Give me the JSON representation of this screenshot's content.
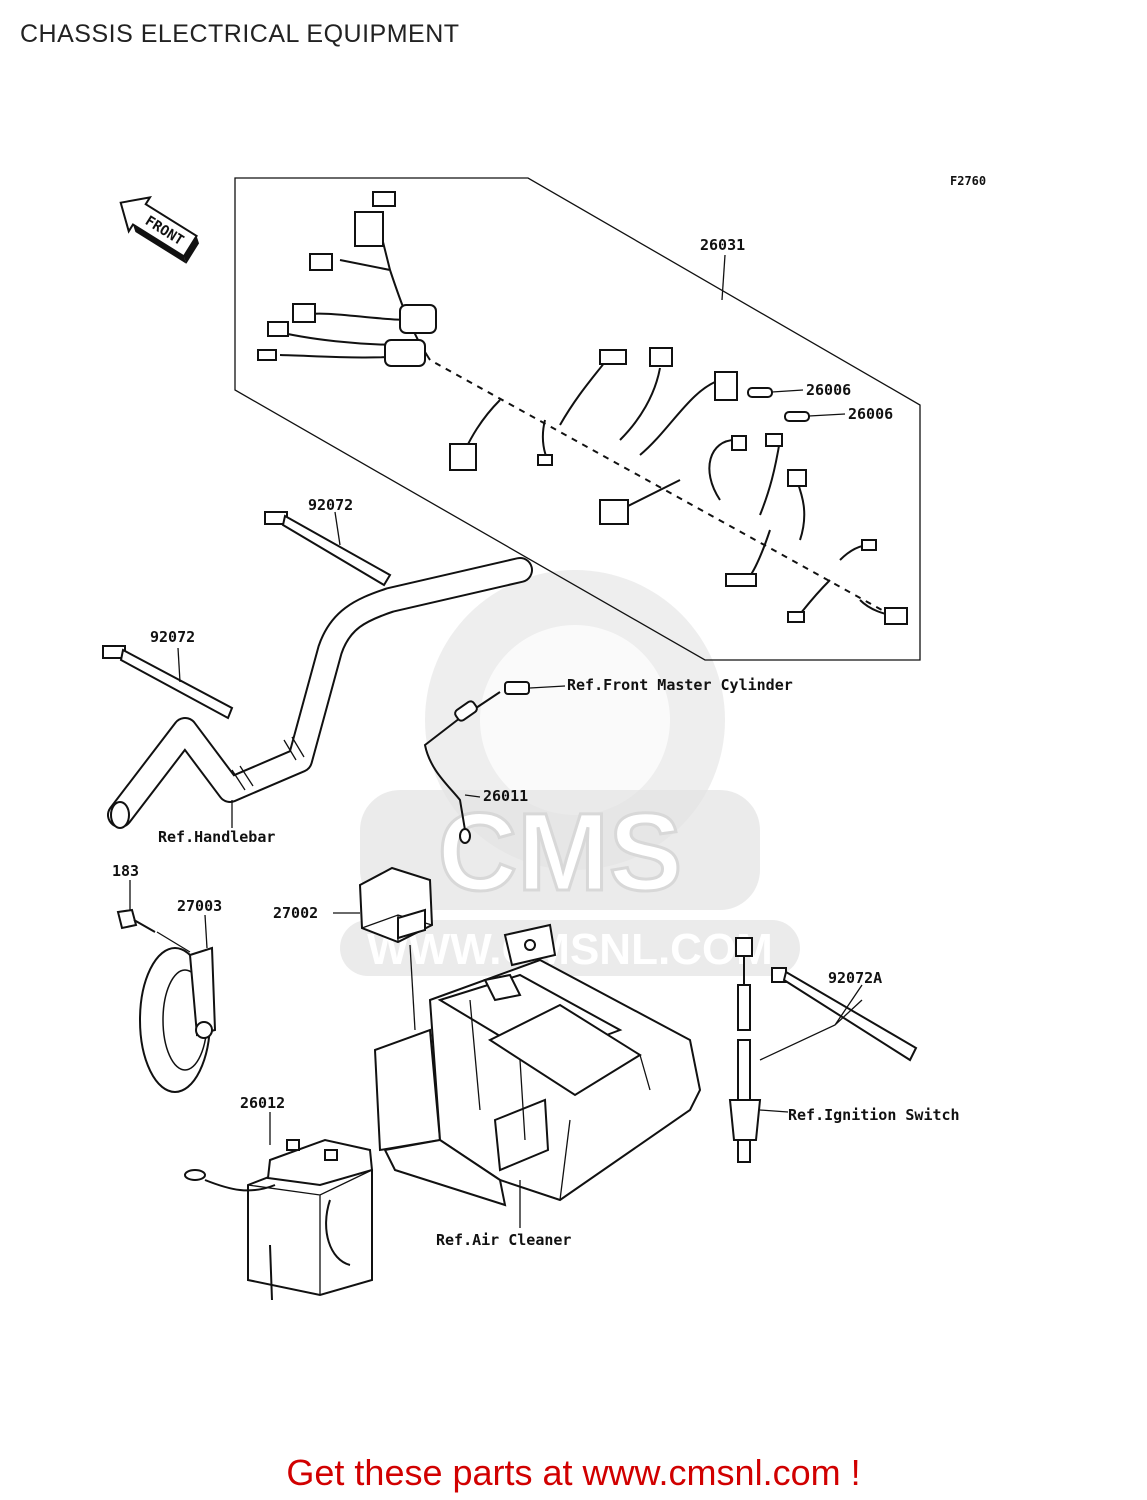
{
  "header": {
    "title": "CHASSIS ELECTRICAL EQUIPMENT"
  },
  "diagram": {
    "figure_code": "F2760",
    "front_label": "FRONT",
    "watermark": {
      "logo_text": "CMS",
      "url_text": "WWW.CMSNL.COM"
    },
    "callouts": {
      "p26031": "26031",
      "p26006a": "26006",
      "p26006b": "26006",
      "p92072a": "92072",
      "p92072b": "92072",
      "p26011": "26011",
      "p183": "183",
      "p27003": "27003",
      "p27002": "27002",
      "p92072A": "92072A",
      "p26012": "26012"
    },
    "references": {
      "master_cylinder": "Ref.Front Master Cylinder",
      "handlebar": "Ref.Handlebar",
      "ignition_switch": "Ref.Ignition Switch",
      "air_cleaner": "Ref.Air Cleaner"
    }
  },
  "footer": {
    "cta": "Get these parts at www.cmsnl.com !"
  }
}
